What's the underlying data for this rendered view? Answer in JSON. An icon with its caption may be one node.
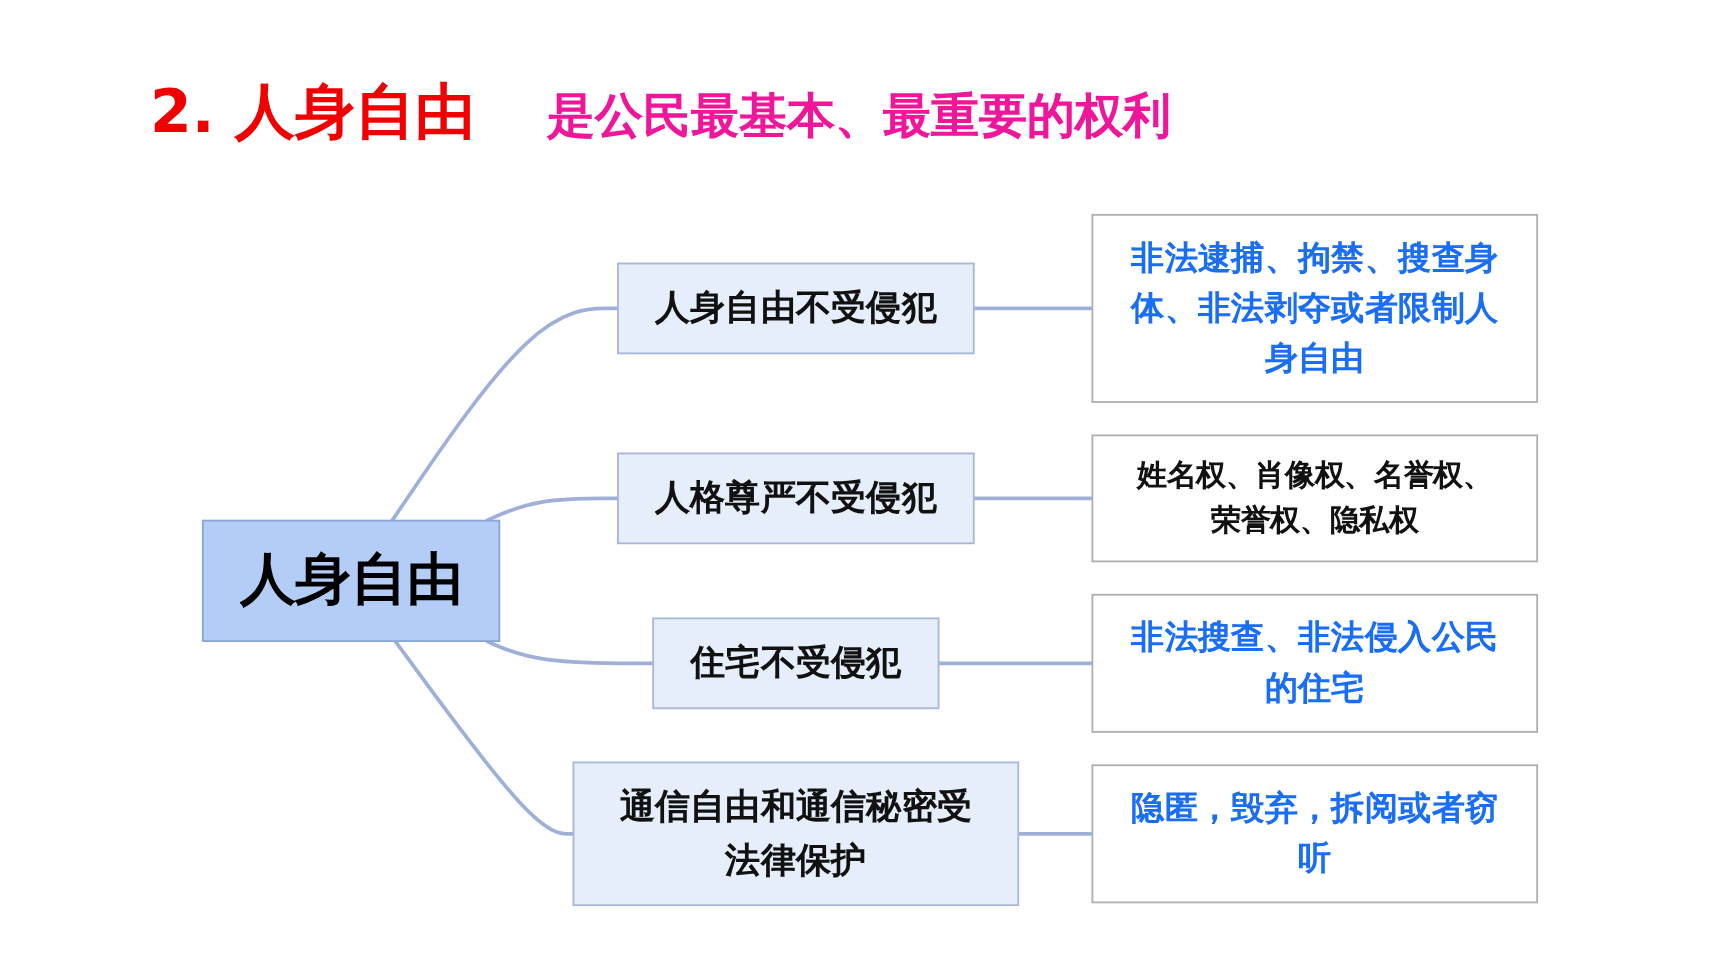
{
  "diagram": {
    "title": "2. 人身自由",
    "nodes": [
      {
        "text": [
          "人身自由"
        ]
      },
      {
        "text": [
          "人身自由不受侵犯"
        ]
      },
      {
        "text": [
          "非法逮捕、拘禁、搜查身体、非法剥夺或者限制人身自由"
        ]
      },
      {
        "text": [
          "人格尊严不受侵犯"
        ]
      },
      {
        "text": [
          "姓名权、肖像权、名誉权、荣誉权、隐私权"
        ]
      },
      {
        "text": [
          "住宅不受侵犯"
        ]
      },
      {
        "text": [
          "非法搜查、非法侵入公民的住宅"
        ]
      },
      {
        "text": [
          "通信自由和通信秘密受法律保护"
        ]
      },
      {
        "text": [
          "隐匿，毁弃，拆阅或者窃听"
        ]
      }
    ],
    "edges": [
      {
        "from": 0,
        "to": 1,
        "arrow": "none"
      },
      {
        "from": 1,
        "to": 2,
        "arrow": "none"
      },
      {
        "from": 0,
        "to": 3,
        "arrow": "none"
      },
      {
        "from": 3,
        "to": 4,
        "arrow": "none"
      },
      {
        "from": 0,
        "to": 5,
        "arrow": "none"
      },
      {
        "from": 5,
        "to": 6,
        "arrow": "none"
      },
      {
        "from": 0,
        "to": 7,
        "arrow": "none"
      },
      {
        "from": 7,
        "to": 8,
        "arrow": "none"
      }
    ],
    "labels": [
      "是公民最基本、最重要的权利"
    ]
  }
}
